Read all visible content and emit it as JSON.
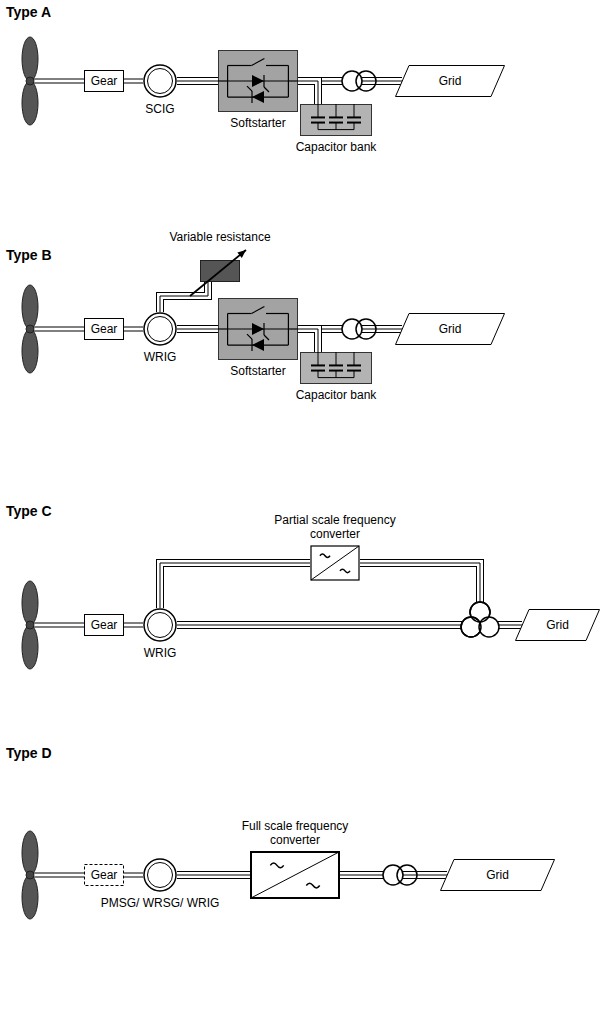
{
  "diagram": {
    "nodes": [
      {
        "text": [
          "Gear"
        ]
      },
      {
        "text": [
          "SCIG"
        ]
      },
      {
        "text": [
          "Softstarter"
        ]
      },
      {
        "text": [
          "Capacitor bank"
        ]
      },
      {
        "text": [
          "Grid"
        ]
      },
      {
        "text": [
          "Variable resistance"
        ]
      },
      {
        "text": [
          "Gear"
        ]
      },
      {
        "text": [
          "WRIG"
        ]
      },
      {
        "text": [
          "Softstarter"
        ]
      },
      {
        "text": [
          "Capacitor bank"
        ]
      },
      {
        "text": [
          "Grid"
        ]
      },
      {
        "text": [
          "Partial scale frequency converter"
        ]
      },
      {
        "text": [
          "Gear"
        ]
      },
      {
        "text": [
          "WRIG"
        ]
      },
      {
        "text": [
          "Grid"
        ]
      },
      {
        "text": [
          "Gear"
        ]
      },
      {
        "text": [
          "Full scale frequency converter"
        ]
      },
      {
        "text": [
          "PMSG/ WRSG/ WRIG"
        ]
      },
      {
        "text": [
          "Grid"
        ]
      }
    ],
    "edges": [
      {
        "from": 0,
        "to": 1,
        "arrow": "none"
      },
      {
        "from": 1,
        "to": 2,
        "arrow": "none"
      },
      {
        "from": 2,
        "to": 4,
        "arrow": "none"
      },
      {
        "from": 2,
        "to": 3,
        "arrow": "none"
      },
      {
        "from": 6,
        "to": 7,
        "arrow": "none"
      },
      {
        "from": 5,
        "to": 7,
        "arrow": "none"
      },
      {
        "from": 7,
        "to": 8,
        "arrow": "none"
      },
      {
        "from": 8,
        "to": 10,
        "arrow": "none"
      },
      {
        "from": 8,
        "to": 9,
        "arrow": "none"
      },
      {
        "from": 12,
        "to": 13,
        "arrow": "none"
      },
      {
        "from": 13,
        "to": 14,
        "arrow": "none"
      },
      {
        "from": 13,
        "to": 11,
        "arrow": "none"
      },
      {
        "from": 11,
        "to": 14,
        "arrow": "none"
      },
      {
        "from": 15,
        "to": 17,
        "arrow": "none"
      },
      {
        "from": 17,
        "to": 16,
        "arrow": "none"
      },
      {
        "from": 16,
        "to": 18,
        "arrow": "none"
      }
    ],
    "labels": [
      "Type A",
      "Type B",
      "Type C",
      "Type D"
    ]
  }
}
